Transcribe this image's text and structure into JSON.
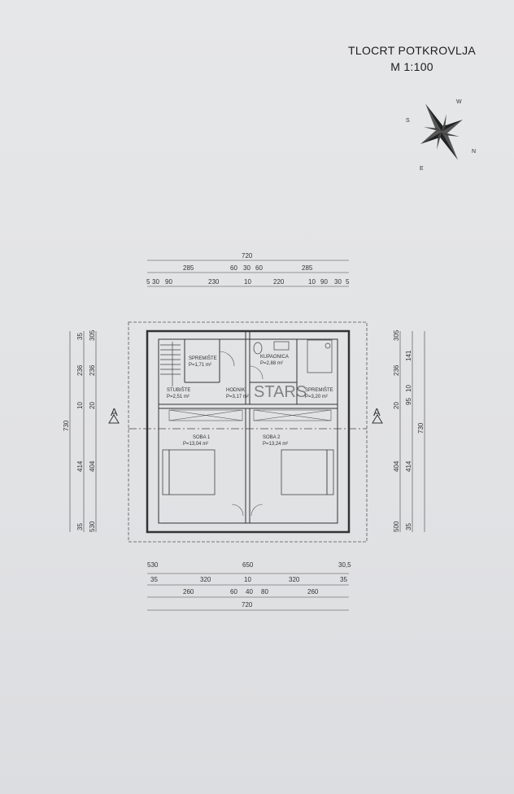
{
  "title": {
    "line1": "TLOCRT POTKROVLJA",
    "line2": "M 1:100"
  },
  "compass": {
    "labels": [
      "W",
      "S",
      "E",
      "N"
    ]
  },
  "watermark": "STARS",
  "section_marker": "A",
  "rooms": [
    {
      "name": "SPREMIŠTE",
      "area": "P=1,71 m²"
    },
    {
      "name": "KUPAONICA",
      "area": "P=2,88 m²"
    },
    {
      "name": "STUBIŠTE",
      "area": "P=2,51 m²"
    },
    {
      "name": "HODNIK",
      "area": "P=3,17 m²"
    },
    {
      "name": "SPREMIŠTE",
      "area": "P=3,20 m²"
    },
    {
      "name": "SOBA 1",
      "area": "P=13,04 m²"
    },
    {
      "name": "SOBA 2",
      "area": "P=13,24 m²"
    }
  ],
  "dimensions": {
    "top_total": "720",
    "top_row2": [
      "285",
      "60",
      "30",
      "60",
      "285"
    ],
    "top_row3": [
      "5",
      "30",
      "90",
      "230",
      "10",
      "220",
      "10",
      "90",
      "30",
      "5"
    ],
    "bottom_row1": [
      "530",
      "650",
      "30,5"
    ],
    "bottom_row2": [
      "35",
      "320",
      "10",
      "320",
      "35"
    ],
    "bottom_row3": [
      "260",
      "60",
      "40",
      "80",
      "260"
    ],
    "bottom_total": "720",
    "left_outer": "730",
    "left_row2": [
      "35",
      "236",
      "10",
      "414",
      "35"
    ],
    "left_row3": [
      "305",
      "236",
      "20",
      "404",
      "530"
    ],
    "right_row1": [
      "305",
      "236",
      "20",
      "404",
      "500"
    ],
    "right_row2": [
      "141",
      "10",
      "95",
      "414",
      "35"
    ],
    "right_outer": "730"
  }
}
